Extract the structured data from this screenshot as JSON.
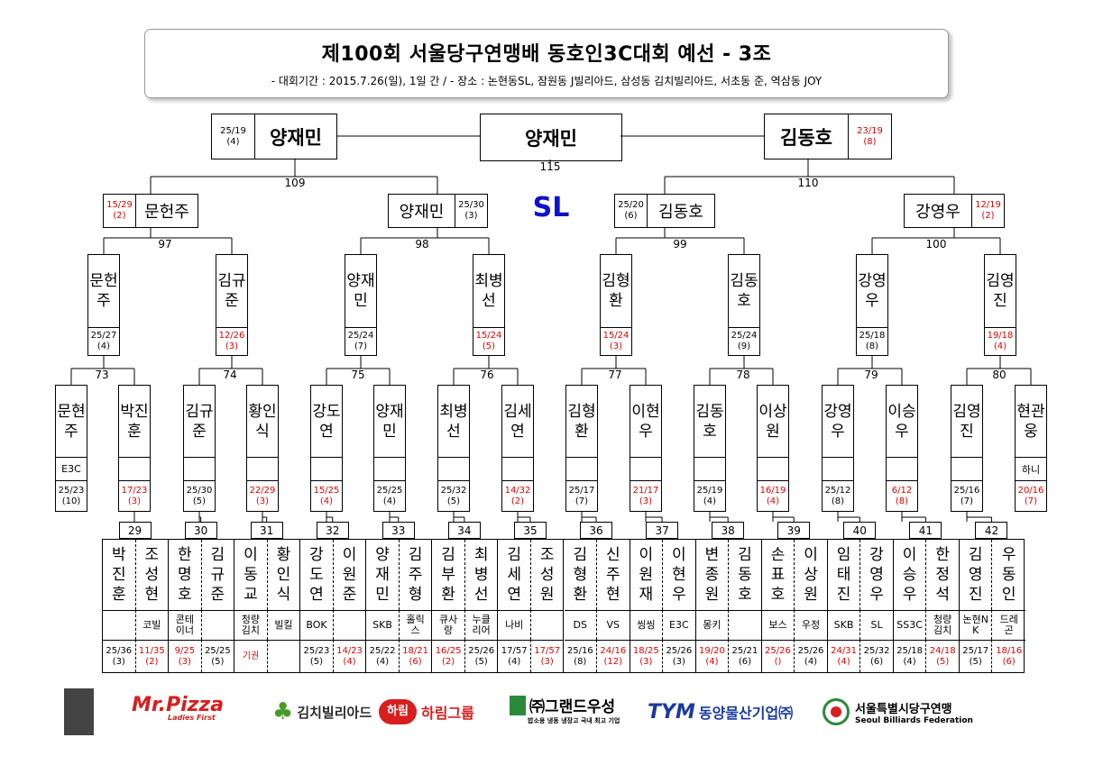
{
  "header": {
    "title": "제100회 서울당구연맹배 동호인3C대회 예선 - 3조",
    "subtitle": "- 대회기간 : 2015.7.26(일), 1일 간 / - 장소 : 논현동SL, 잠원동 J빌리아드, 삼성동 김치빌리아드, 서초동 준, 역삼동 JOY"
  },
  "venue_label": "SL",
  "final": {
    "winner": "양재민",
    "match_no": "115"
  },
  "semis": {
    "left": {
      "name": "양재민",
      "score": "25/19",
      "sub": "(4)",
      "match_no": "109"
    },
    "right": {
      "name": "김동호",
      "score": "23/19",
      "sub": "(8)",
      "match_no": "110"
    }
  },
  "quarters": [
    {
      "name": "문헌주",
      "score": "15/29",
      "sub": "(2)"
    },
    {
      "name": "양재민",
      "score": "25/30",
      "sub": "(3)"
    },
    {
      "name": "김동호",
      "score": "25/20",
      "sub": "(6)"
    },
    {
      "name": "강영우",
      "score": "12/19",
      "sub": "(2)"
    }
  ],
  "quarter_match_nos": [
    "97",
    "98",
    "99",
    "100"
  ],
  "r16": [
    {
      "name": "문헌주",
      "score": "25/27",
      "sub": "(4)",
      "red": false
    },
    {
      "name": "김규준",
      "score": "12/26",
      "sub": "(3)",
      "red": true
    },
    {
      "name": "양재민",
      "score": "25/24",
      "sub": "(7)",
      "red": false
    },
    {
      "name": "최병선",
      "score": "15/24",
      "sub": "(5)",
      "red": true
    },
    {
      "name": "김형환",
      "score": "15/24",
      "sub": "(3)",
      "red": true
    },
    {
      "name": "김동호",
      "score": "25/24",
      "sub": "(9)",
      "red": false
    },
    {
      "name": "강영우",
      "score": "25/18",
      "sub": "(8)",
      "red": false
    },
    {
      "name": "김영진",
      "score": "19/18",
      "sub": "(4)",
      "red": true
    }
  ],
  "r16_match_nos": [
    "73",
    "74",
    "75",
    "76",
    "77",
    "78",
    "79",
    "80"
  ],
  "r32": [
    {
      "name": "문현주",
      "club": "E3C",
      "score": "25/23",
      "sub": "(10)",
      "red": false
    },
    {
      "name": "박진훈",
      "club": "",
      "score": "17/23",
      "sub": "(3)",
      "red": true
    },
    {
      "name": "김규준",
      "club": "",
      "score": "25/30",
      "sub": "(5)",
      "red": false
    },
    {
      "name": "황인식",
      "club": "",
      "score": "22/29",
      "sub": "(3)",
      "red": true
    },
    {
      "name": "강도연",
      "club": "",
      "score": "15/25",
      "sub": "(4)",
      "red": true
    },
    {
      "name": "양재민",
      "club": "",
      "score": "25/25",
      "sub": "(4)",
      "red": false
    },
    {
      "name": "최병선",
      "club": "",
      "score": "25/32",
      "sub": "(5)",
      "red": false
    },
    {
      "name": "김세연",
      "club": "",
      "score": "14/32",
      "sub": "(2)",
      "red": true
    },
    {
      "name": "김형환",
      "club": "",
      "score": "25/17",
      "sub": "(7)",
      "red": false
    },
    {
      "name": "이현우",
      "club": "",
      "score": "21/17",
      "sub": "(3)",
      "red": true
    },
    {
      "name": "김동호",
      "club": "",
      "score": "25/19",
      "sub": "(4)",
      "red": false
    },
    {
      "name": "이상원",
      "club": "",
      "score": "16/19",
      "sub": "(4)",
      "red": true
    },
    {
      "name": "강영우",
      "club": "",
      "score": "25/12",
      "sub": "(8)",
      "red": false
    },
    {
      "name": "이승우",
      "club": "",
      "score": "6/12",
      "sub": "(8)",
      "red": true
    },
    {
      "name": "김영진",
      "club": "",
      "score": "25/16",
      "sub": "(7)",
      "red": false
    },
    {
      "name": "현관웅",
      "club": "하니",
      "score": "20/16",
      "sub": "(7)",
      "red": true
    }
  ],
  "r64_match_nos": [
    "29",
    "30",
    "31",
    "32",
    "33",
    "34",
    "35",
    "36",
    "37",
    "38",
    "39",
    "40",
    "41",
    "42"
  ],
  "r64": [
    {
      "name": "박진훈",
      "club": "",
      "score": "25/36",
      "sub": "(3)",
      "red": false
    },
    {
      "name": "조성현",
      "club": "코빌",
      "score": "11/35",
      "sub": "(2)",
      "red": true
    },
    {
      "name": "한명호",
      "club": "콘테이너",
      "score": "9/25",
      "sub": "(3)",
      "red": true
    },
    {
      "name": "김규준",
      "club": "",
      "score": "25/25",
      "sub": "(5)",
      "red": false
    },
    {
      "name": "이동교",
      "club": "청량김치",
      "score": "기권",
      "sub": "",
      "red": true
    },
    {
      "name": "황인식",
      "club": "빌킬",
      "score": "",
      "sub": "",
      "red": false
    },
    {
      "name": "강도연",
      "club": "BOK",
      "score": "25/23",
      "sub": "(5)",
      "red": false
    },
    {
      "name": "이원준",
      "club": "",
      "score": "14/23",
      "sub": "(4)",
      "red": true
    },
    {
      "name": "양재민",
      "club": "SKB",
      "score": "25/22",
      "sub": "(4)",
      "red": false
    },
    {
      "name": "김주형",
      "club": "홀릭스",
      "score": "18/21",
      "sub": "(6)",
      "red": true
    },
    {
      "name": "김부환",
      "club": "큐사랑",
      "score": "16/25",
      "sub": "(2)",
      "red": true
    },
    {
      "name": "최병선",
      "club": "누클리어",
      "score": "25/26",
      "sub": "(5)",
      "red": false
    },
    {
      "name": "김세연",
      "club": "나비",
      "score": "17/57",
      "sub": "(4)",
      "red": false
    },
    {
      "name": "조성원",
      "club": "",
      "score": "17/57",
      "sub": "(3)",
      "red": true
    },
    {
      "name": "김형환",
      "club": "DS",
      "score": "25/16",
      "sub": "(8)",
      "red": false
    },
    {
      "name": "신주현",
      "club": "VS",
      "score": "24/16",
      "sub": "(12)",
      "red": true
    },
    {
      "name": "이원재",
      "club": "씽씽",
      "score": "18/25",
      "sub": "(3)",
      "red": true
    },
    {
      "name": "이현우",
      "club": "E3C",
      "score": "25/26",
      "sub": "(3)",
      "red": false
    },
    {
      "name": "변종원",
      "club": "몽키",
      "score": "19/20",
      "sub": "(4)",
      "red": true
    },
    {
      "name": "김동호",
      "club": "",
      "score": "25/21",
      "sub": "(6)",
      "red": false
    },
    {
      "name": "손표호",
      "club": "보스",
      "score": "25/26",
      "sub": "()",
      "red": true
    },
    {
      "name": "이상원",
      "club": "우정",
      "score": "25/26",
      "sub": "(4)",
      "red": false
    },
    {
      "name": "임태진",
      "club": "SKB",
      "score": "24/31",
      "sub": "(4)",
      "red": true
    },
    {
      "name": "강영우",
      "club": "SL",
      "score": "25/32",
      "sub": "(6)",
      "red": false
    },
    {
      "name": "이승우",
      "club": "SS3C",
      "score": "25/18",
      "sub": "(4)",
      "red": false
    },
    {
      "name": "한정석",
      "club": "청량김치",
      "score": "24/18",
      "sub": "(5)",
      "red": true
    },
    {
      "name": "김영진",
      "club": "논현NK",
      "score": "25/17",
      "sub": "(5)",
      "red": false
    },
    {
      "name": "우동인",
      "club": "드레곤",
      "score": "18/16",
      "sub": "(6)",
      "red": true
    }
  ],
  "sponsors": [
    {
      "name": "Mr.Pizza",
      "tagline": "Ladies First",
      "color": "#d81e1e"
    },
    {
      "name": "김치빌리아드",
      "color": "#2a2a2a"
    },
    {
      "name": "하림그룹",
      "color": "#d81e1e"
    },
    {
      "name": "㈜그랜드우성",
      "tagline": "밥소용 냉동 냉장고 국내 최고 기업",
      "color": "#1a1a1a"
    },
    {
      "name": "동양물산기업㈜",
      "color": "#1a3aa0"
    },
    {
      "name": "서울특별시당구연맹",
      "tagline": "Seoul Billiards Federation",
      "color": "#1a1a1a"
    }
  ],
  "colors": {
    "red": "#e00000",
    "blue": "#1010d0"
  }
}
